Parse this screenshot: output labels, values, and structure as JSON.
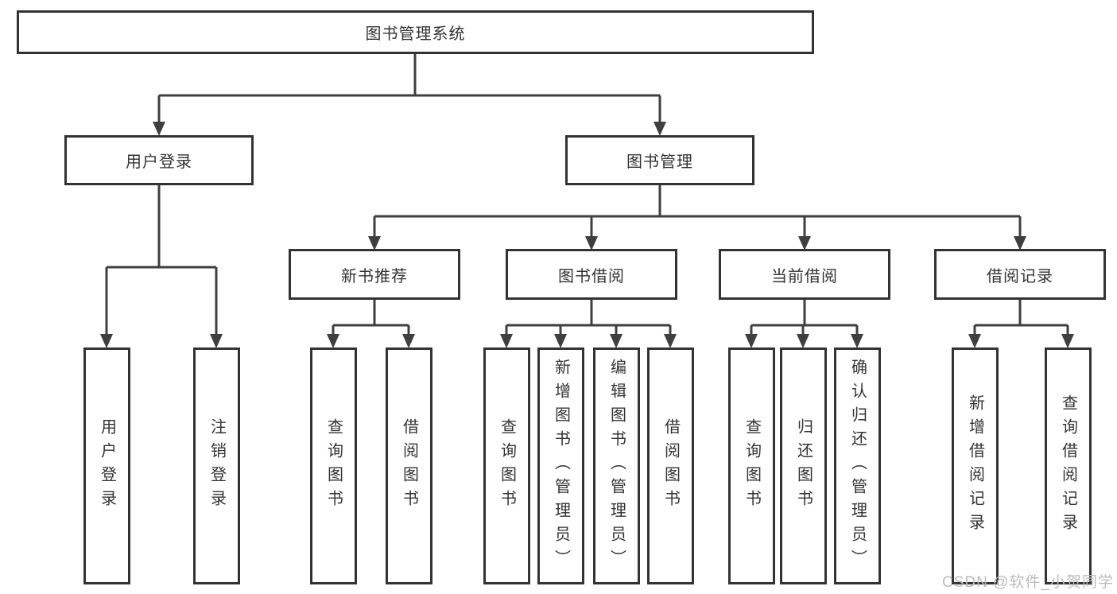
{
  "colors": {
    "line": "#3f3f3f",
    "box_border": "#333333",
    "text": "#333333",
    "watermark": "#bcbcbc",
    "background": "#ffffff"
  },
  "watermark": {
    "text": "CSDN @软件_小贺同学"
  },
  "tree": {
    "root": {
      "label": "图书管理系统"
    },
    "level2": [
      {
        "label": "用户登录",
        "leaves": [
          {
            "label": "用户登录"
          },
          {
            "label": "注销登录"
          }
        ]
      },
      {
        "label": "图书管理",
        "groups": [
          {
            "label": "新书推荐",
            "leaves": [
              {
                "label": "查询图书"
              },
              {
                "label": "借阅图书"
              }
            ]
          },
          {
            "label": "图书借阅",
            "leaves": [
              {
                "label": "查询图书"
              },
              {
                "label": "新增图书（管理员）"
              },
              {
                "label": "编辑图书（管理员）"
              },
              {
                "label": "借阅图书"
              }
            ]
          },
          {
            "label": "当前借阅",
            "leaves": [
              {
                "label": "查询图书"
              },
              {
                "label": "归还图书"
              },
              {
                "label": "确认归还（管理员）"
              }
            ]
          },
          {
            "label": "借阅记录",
            "leaves": [
              {
                "label": "新增借阅记录"
              },
              {
                "label": "查询借阅记录"
              }
            ]
          }
        ]
      }
    ]
  }
}
